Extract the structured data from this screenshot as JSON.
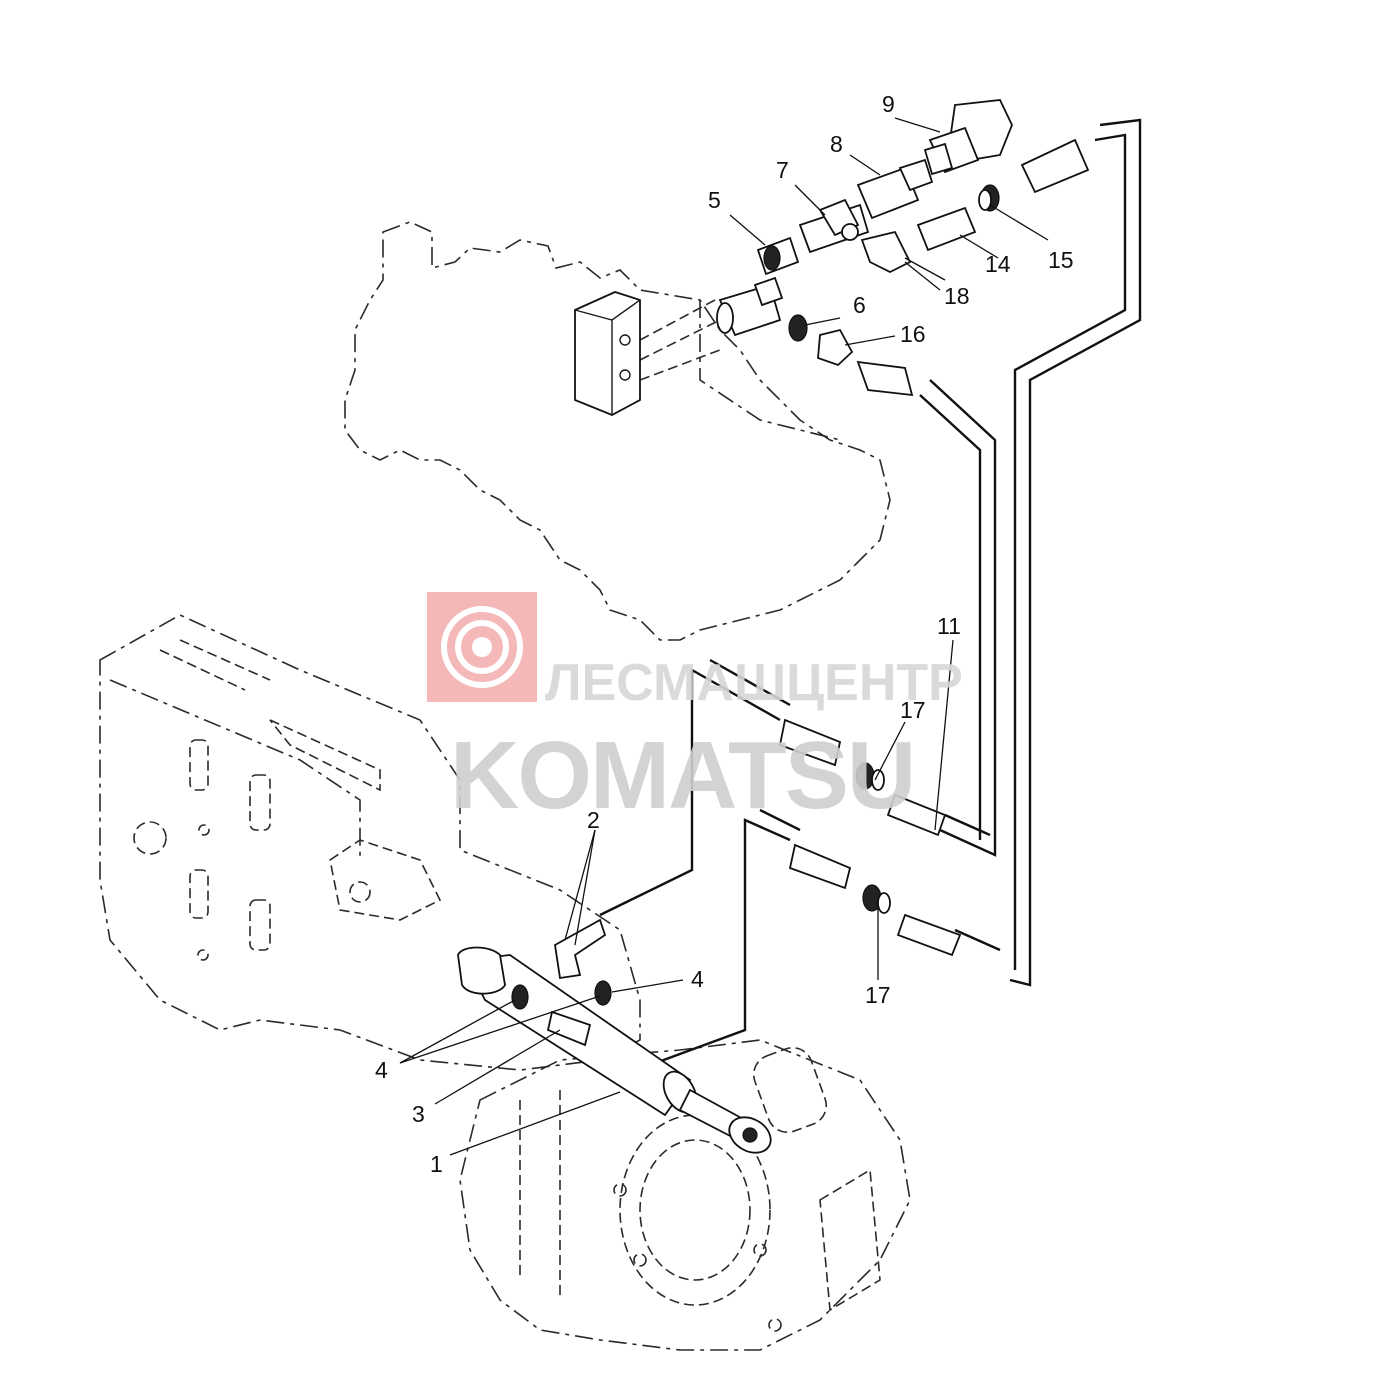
{
  "watermark": {
    "line1": "ЛЕСМАШЦЕНТР",
    "line2": "KOMATSU",
    "logo_color": "#f0a8a8",
    "text_color": "#cfcfcf"
  },
  "callouts": {
    "c1": "1",
    "c2": "2",
    "c3": "3",
    "c4a": "4",
    "c4b": "4",
    "c5": "5",
    "c6": "6",
    "c7": "7",
    "c8": "8",
    "c9": "9",
    "c11": "11",
    "c14": "14",
    "c15": "15",
    "c16": "16",
    "c17a": "17",
    "c17b": "17",
    "c18": "18"
  }
}
